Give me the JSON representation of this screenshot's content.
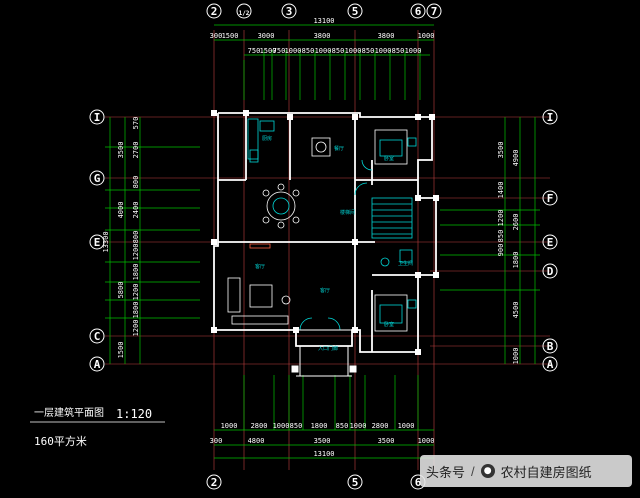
{
  "drawing": {
    "title": "一层建筑平面图",
    "scale": "1:120",
    "area": "160平方米",
    "top_overall": "13100",
    "bottom_overall": "13100",
    "top_row1": [
      "300",
      "1500",
      "3000",
      "3800",
      "3800",
      "1000"
    ],
    "top_row2": [
      "750",
      "1500",
      "750",
      "1000",
      "850",
      "1000",
      "850",
      "1000",
      "850",
      "1000",
      "850",
      "1000"
    ],
    "bottom_row1": [
      "1000",
      "2800",
      "1000",
      "850",
      "1800",
      "850",
      "1000",
      "2800",
      "1000"
    ],
    "bottom_row2": [
      "300",
      "4800",
      "3500",
      "3500",
      "1000"
    ],
    "left_overall": "13300",
    "left_row": [
      "570",
      "3500",
      "2700",
      "800",
      "4000",
      "2400",
      "800",
      "5800",
      "1200",
      "1800",
      "1200",
      "1800",
      "1200",
      "1500"
    ],
    "right_row": [
      "3500",
      "4900",
      "1400",
      "1200",
      "2600",
      "850",
      "900",
      "1800",
      "4500",
      "1000"
    ],
    "axes_top": [
      "2",
      "1/2",
      "3",
      "5",
      "6",
      "7"
    ],
    "axes_bottom": [
      "2",
      "5",
      "6"
    ],
    "axes_left": [
      "I",
      "G",
      "E",
      "C",
      "A"
    ],
    "axes_right": [
      "I",
      "F",
      "E",
      "D",
      "B",
      "A"
    ],
    "rooms": {
      "kitchen": "厨房",
      "dining": "餐厅",
      "bedroom_top": "卧室",
      "bedroom_bottom": "卧室",
      "living": "客厅",
      "entrance": "入口门廊",
      "bath": "卫生间",
      "stair": "楼梯间"
    }
  },
  "watermark": {
    "source": "头条号",
    "separator": "/",
    "author": "农村自建房图纸",
    "icon": "wechat-icon"
  }
}
